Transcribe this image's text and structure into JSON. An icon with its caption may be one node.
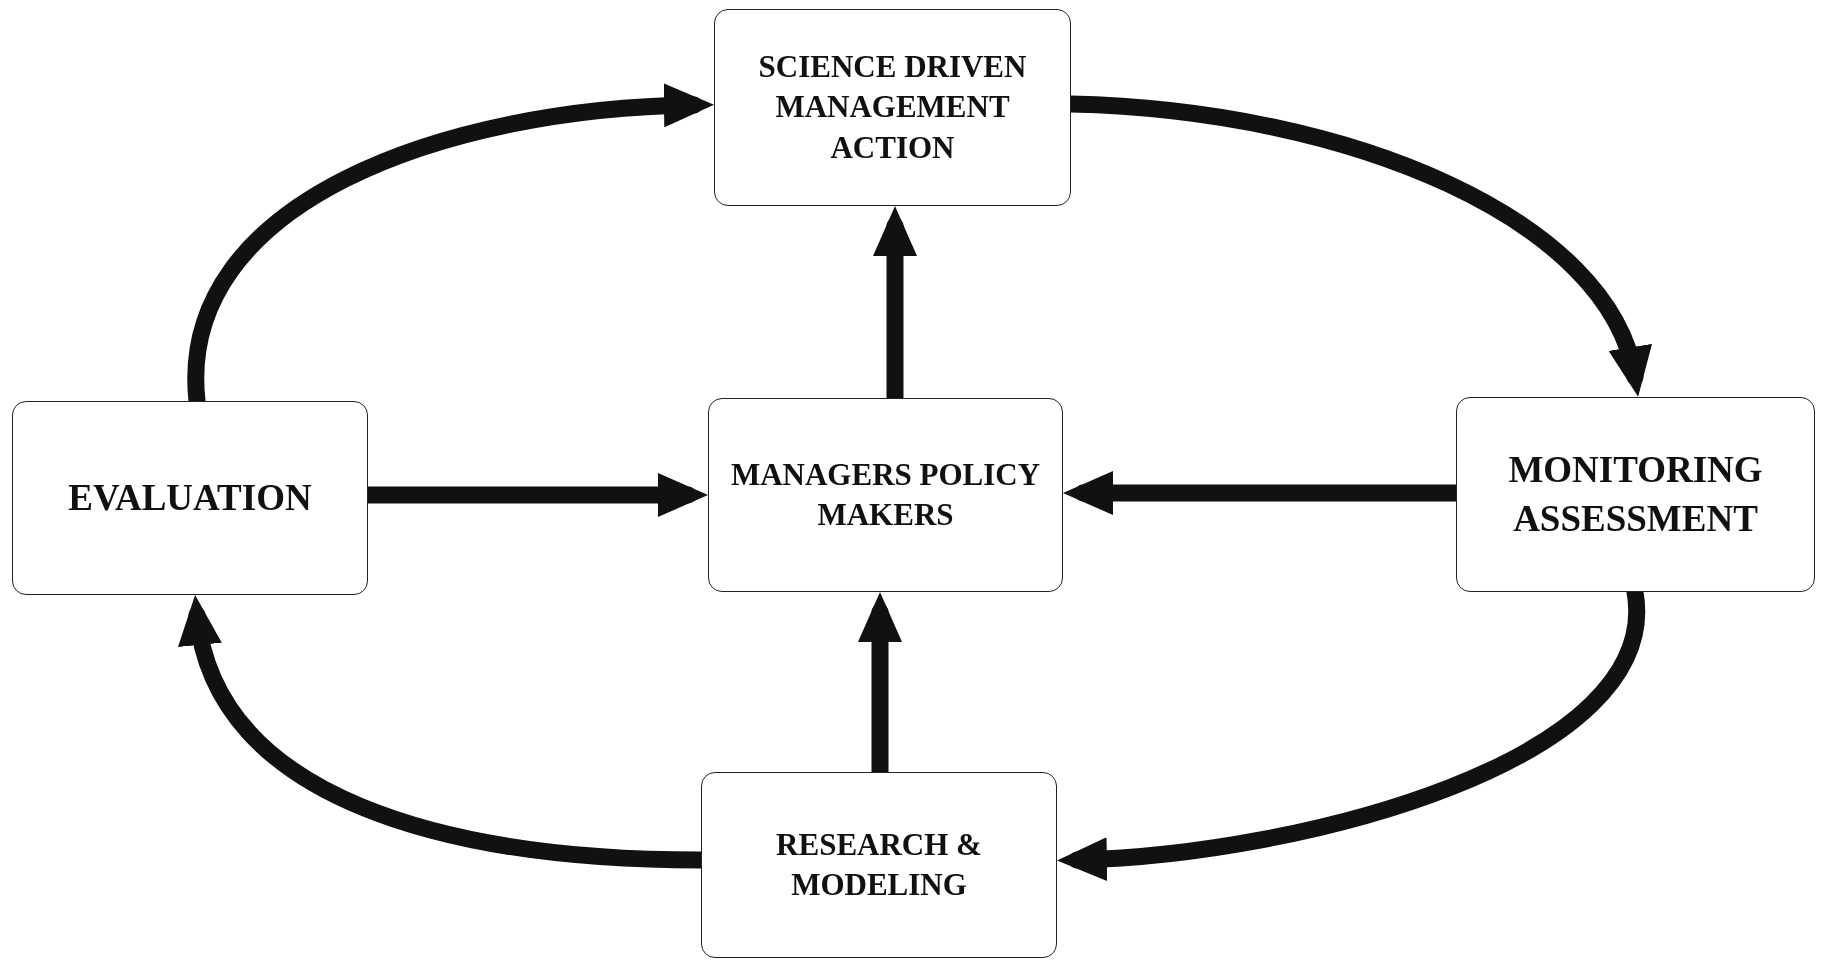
{
  "diagram": {
    "nodes": [
      {
        "text": [
          "SCIENCE DRIVEN MANAGEMENT ACTION"
        ]
      },
      {
        "text": [
          "EVALUATION"
        ]
      },
      {
        "text": [
          "MANAGERS POLICY MAKERS"
        ]
      },
      {
        "text": [
          "MONITORING ASSESSMENT"
        ]
      },
      {
        "text": [
          "RESEARCH & MODELING"
        ]
      }
    ],
    "edges": [
      {
        "from": 1,
        "to": 0,
        "arrow": "to"
      },
      {
        "from": 0,
        "to": 3,
        "arrow": "to"
      },
      {
        "from": 3,
        "to": 4,
        "arrow": "to"
      },
      {
        "from": 4,
        "to": 1,
        "arrow": "to"
      },
      {
        "from": 1,
        "to": 2,
        "arrow": "to"
      },
      {
        "from": 3,
        "to": 2,
        "arrow": "to"
      },
      {
        "from": 2,
        "to": 0,
        "arrow": "to"
      },
      {
        "from": 4,
        "to": 2,
        "arrow": "to"
      }
    ]
  }
}
